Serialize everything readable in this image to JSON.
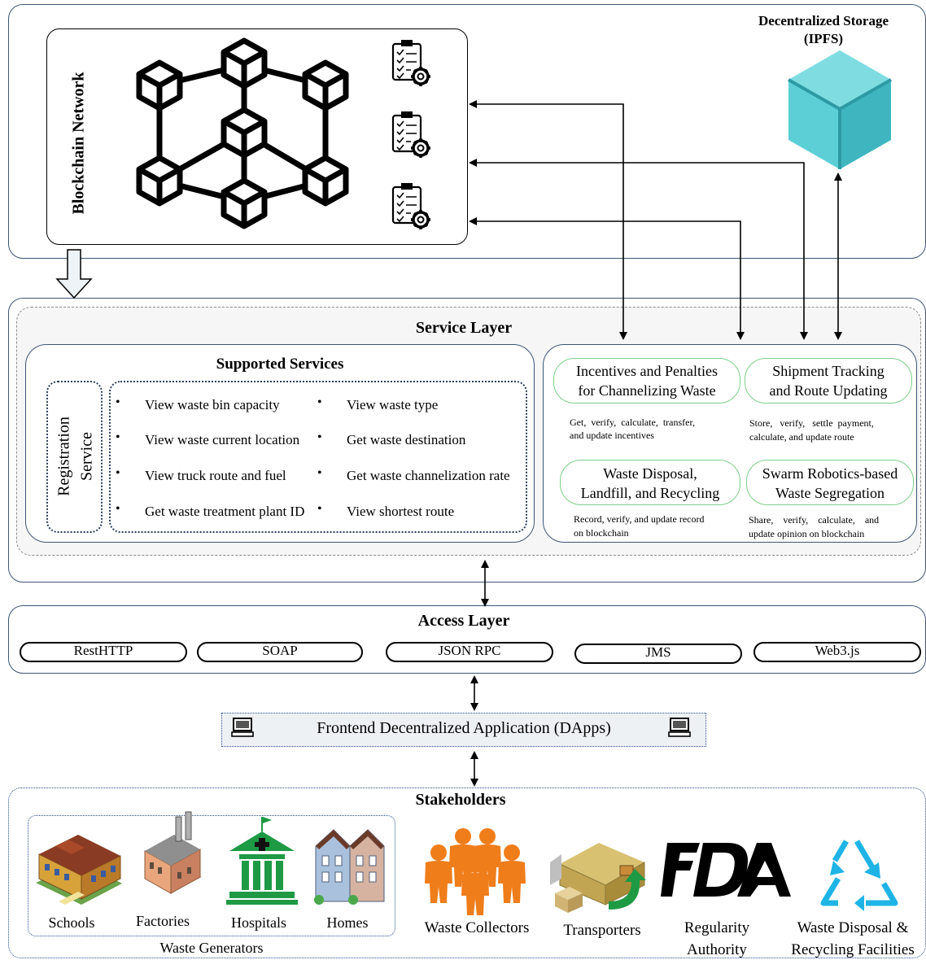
{
  "blockchain": {
    "title": "Blockchain Network"
  },
  "storage": {
    "title_line1": "Decentralized Storage",
    "title_line2": "(IPFS)"
  },
  "service_layer": {
    "title": "Service Layer",
    "supported": {
      "title": "Supported Services",
      "registration_line1": "Registration",
      "registration_line2": "Service",
      "items_left": [
        "View waste bin capacity",
        "View waste current location",
        "View truck route and fuel",
        "Get waste treatment plant ID"
      ],
      "items_right": [
        "View waste type",
        "Get waste destination",
        "Get waste channelization rate",
        "View shortest route"
      ]
    },
    "modules": [
      {
        "title_line1": "Incentives and Penalties",
        "title_line2": "for Channelizing Waste",
        "desc_line1": "Get,  verify,  calculate,  transfer,",
        "desc_line2": "and update incentives"
      },
      {
        "title_line1": "Shipment Tracking",
        "title_line2": "and Route Updating",
        "desc_line1": "Store,   verify,   settle  payment,",
        "desc_line2": "calculate, and update route"
      },
      {
        "title_line1": "Waste Disposal,",
        "title_line2": "Landfill, and Recycling",
        "desc_line1": "Record, verify, and update record",
        "desc_line2": "on blockchain"
      },
      {
        "title_line1": "Swarm Robotics-based",
        "title_line2": "Waste Segregation",
        "desc_line1": "Share,    verify,    calculate,    and",
        "desc_line2": "update opinion on blockchain"
      }
    ]
  },
  "access_layer": {
    "title": "Access Layer",
    "protocols": [
      "RestHTTP",
      "SOAP",
      "JSON RPC",
      "JMS",
      "Web3.js"
    ]
  },
  "frontend": {
    "label": "Frontend Decentralized Application (DApps)",
    "icon": "computer-icon"
  },
  "stakeholders": {
    "title": "Stakeholders",
    "generators_label": "Waste Generators",
    "generators": [
      "Schools",
      "Factories",
      "Hospitals",
      "Homes"
    ],
    "others": [
      {
        "line1": "Waste Collectors",
        "line2": ""
      },
      {
        "line1": "Transporters",
        "line2": ""
      },
      {
        "line1": "Regularity",
        "line2": "Authority"
      },
      {
        "line1": "Waste Disposal &",
        "line2": "Recycling Facilities"
      }
    ],
    "fda_logo": "FDA"
  },
  "colors": {
    "frame": "#3d5573",
    "ipfs_cube": "#5ccfd6",
    "ipfs_cube_dark": "#3fb6bf",
    "module_border": "#7ccf8a",
    "collector_orange": "#ef7d1a",
    "recycle_blue": "#1fb4e6",
    "hospital_green": "#1e9a45"
  }
}
